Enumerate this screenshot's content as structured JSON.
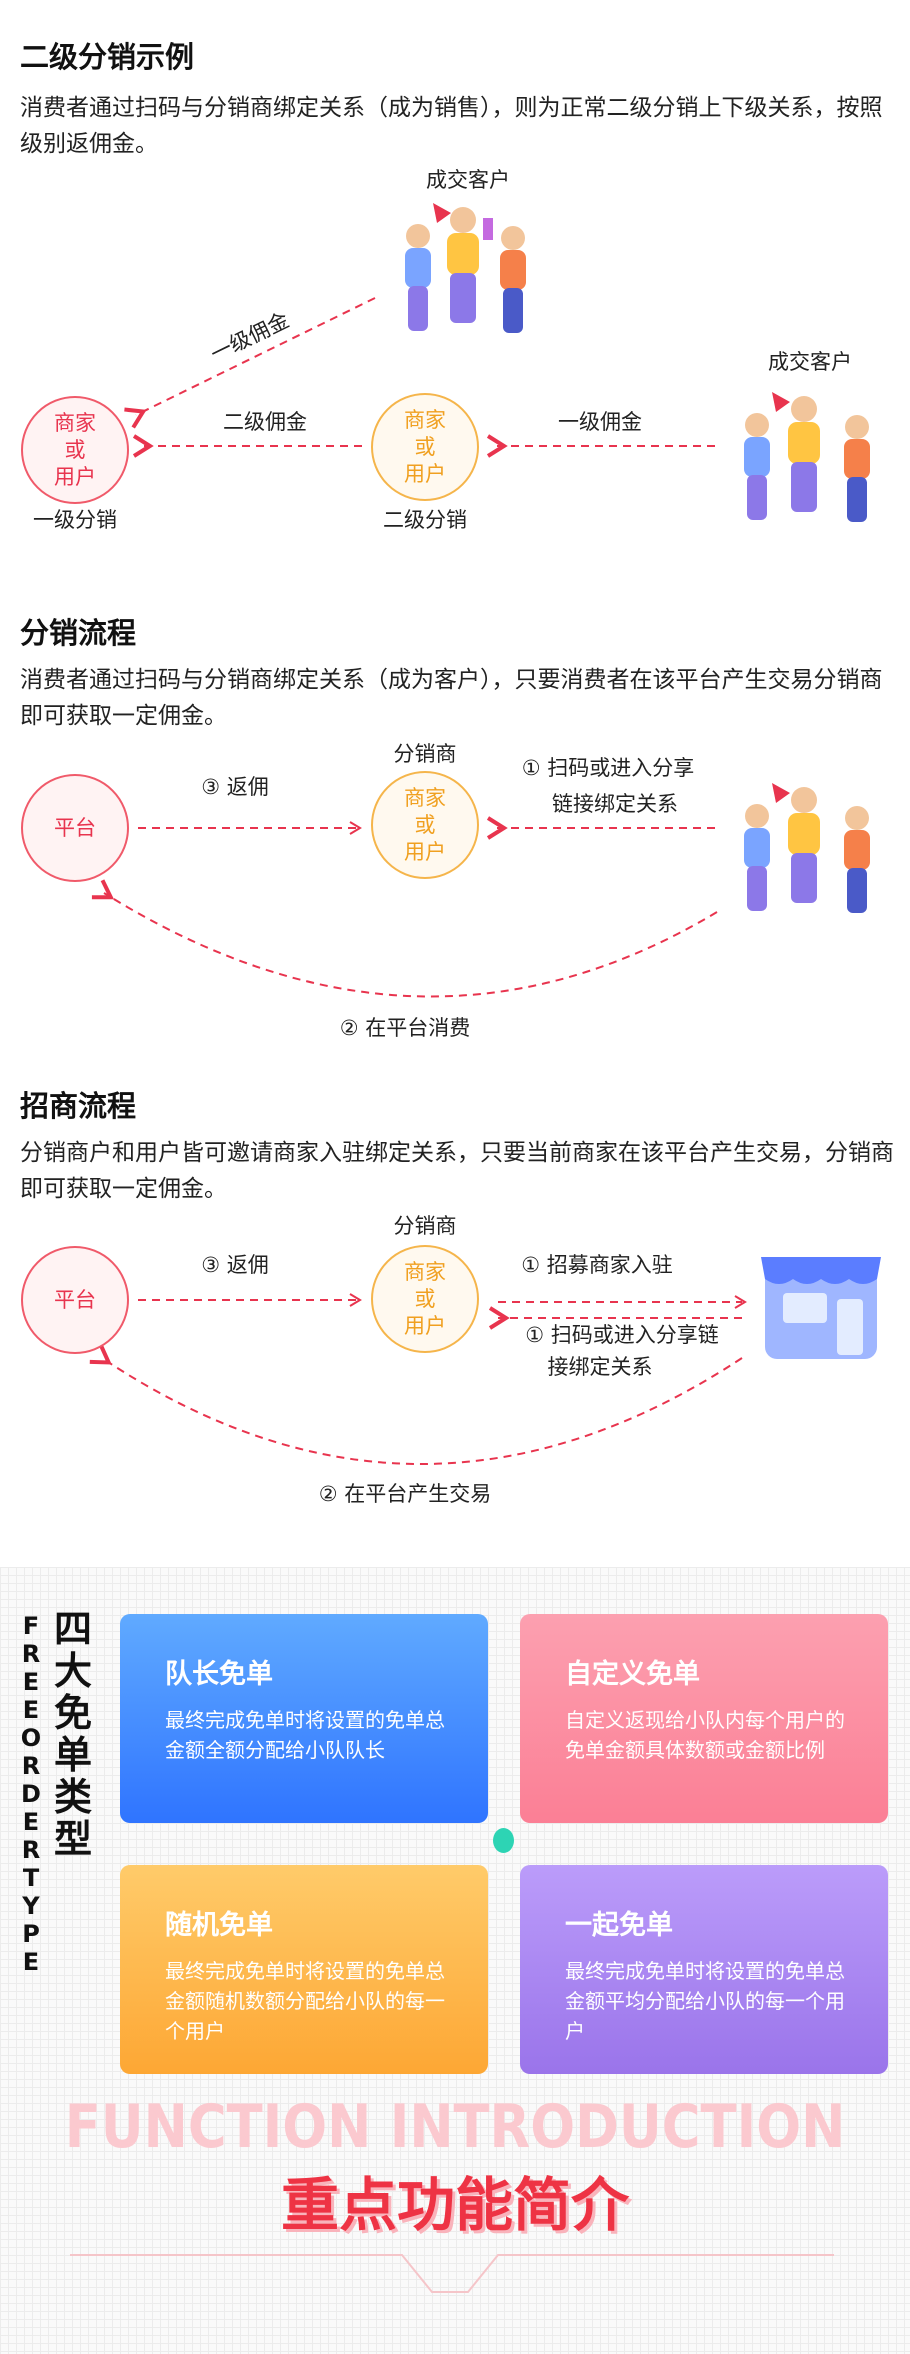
{
  "s1": {
    "title": "二级分销示例",
    "desc": "消费者通过扫码与分销商绑定关系（成为销售），则为正常二级分销上下级关系，按照级别返佣金。",
    "customer1": "成交客户",
    "customer2": "成交客户",
    "node1": [
      "商家",
      "或",
      "用户"
    ],
    "node1_label": "一级分销",
    "node2": [
      "商家",
      "或",
      "用户"
    ],
    "node2_label": "二级分销",
    "arrow_diag": "一级佣金",
    "arrow_mid": "二级佣金",
    "arrow_right": "一级佣金"
  },
  "s2": {
    "title": "分销流程",
    "desc": "消费者通过扫码与分销商绑定关系（成为客户），只要消费者在该平台产生交易分销商即可获取一定佣金。",
    "platform": "平台",
    "dist_label": "分销商",
    "node": [
      "商家",
      "或",
      "用户"
    ],
    "step3": "③ 返佣",
    "step1a": "① 扫码或进入分享",
    "step1b": "链接绑定关系",
    "step2": "② 在平台消费"
  },
  "s3": {
    "title": "招商流程",
    "desc": "分销商户和用户皆可邀请商家入驻绑定关系，只要当前商家在该平台产生交易，分销商即可获取一定佣金。",
    "platform": "平台",
    "dist_label": "分销商",
    "node": [
      "商家",
      "或",
      "用户"
    ],
    "step3": "③ 返佣",
    "step1": "① 招募商家入驻",
    "step1a": "① 扫码或进入分享链",
    "step1b": "接绑定关系",
    "step2": "② 在平台产生交易"
  },
  "s4": {
    "vertical_en": "FREE ORDER TYPE",
    "vertical_cn": "四大免单类型",
    "cards": [
      {
        "title": "队长免单",
        "body": "最终完成免单时将设置的免单总金额全额分配给小队队长"
      },
      {
        "title": "自定义免单",
        "body": "自定义返现给小队内每个用户的免单金额具体数额或金额比例"
      },
      {
        "title": "随机免单",
        "body": "最终完成免单时将设置的免单总金额随机数额分配给小队的每一个用户"
      },
      {
        "title": "一起免单",
        "body": "最终完成免单时将设置的免单总金额平均分配给小队的每一个用户"
      }
    ]
  },
  "s5": {
    "title": "重点功能简介",
    "bg_text": "FUNCTION INTRODUCTION"
  }
}
